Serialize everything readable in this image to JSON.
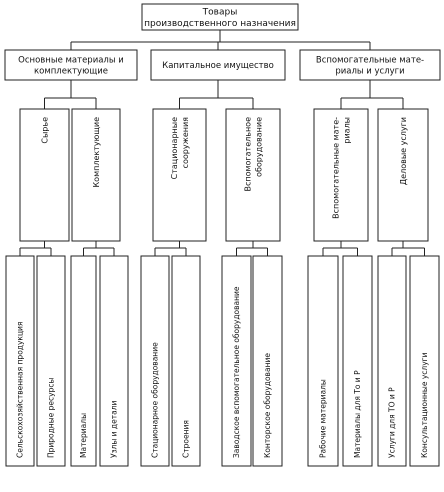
{
  "root": {
    "lines": [
      "Товары",
      "производственного назначения"
    ]
  },
  "categories": [
    {
      "lines": [
        "Основные материалы и",
        "комплектующие"
      ],
      "subgroups": [
        {
          "lines": [
            "Сырье"
          ],
          "items": [
            [
              "Сельскохозяйственная продукция"
            ],
            [
              "Природные ресурсы"
            ]
          ]
        },
        {
          "lines": [
            "Комплектующие"
          ],
          "items": [
            [
              "Материалы"
            ],
            [
              "Узлы и детали"
            ]
          ]
        }
      ]
    },
    {
      "lines": [
        "Капитальное имущество"
      ],
      "subgroups": [
        {
          "lines": [
            "Стационарные",
            "сооружения"
          ],
          "items": [
            [
              "Стационарное оборудование"
            ],
            [
              "Строения"
            ]
          ]
        },
        {
          "lines": [
            "Вспомогательное",
            "оборудование"
          ],
          "items": [
            [
              "Заводское вспомогательное оборудование"
            ],
            [
              "Конторское оборудование"
            ]
          ]
        }
      ]
    },
    {
      "lines": [
        "Вспомогательные мате-",
        "риалы и услуги"
      ],
      "subgroups": [
        {
          "lines": [
            "Вспомогательные мате-",
            "риалы"
          ],
          "items": [
            [
              "Рабочие материалы"
            ],
            [
              "Материалы для То и Р"
            ]
          ]
        },
        {
          "lines": [
            "Деловые услуги"
          ],
          "items": [
            [
              "Услуги для ТО и Р"
            ],
            [
              "Консультационные услуги"
            ]
          ]
        }
      ]
    }
  ]
}
